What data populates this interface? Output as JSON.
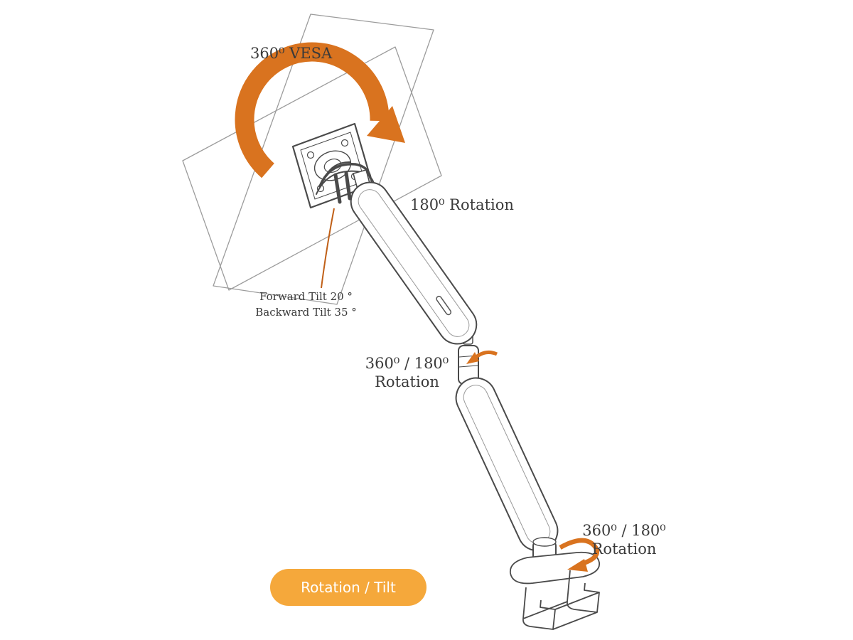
{
  "diagram": {
    "type": "monitor-arm-rotation-tilt-diagram",
    "colors": {
      "accent_arrow": "#D9731F",
      "leader_line": "#C06018",
      "badge_background": "#F5A83B",
      "badge_text": "#FFFFFF",
      "line_art": "#4a4a4a",
      "label_text": "#3a3a3a",
      "background": "#ffffff"
    },
    "labels": {
      "vesa": "360⁰ VESA",
      "upper_arm": "180⁰ Rotation",
      "tilt_line1": "Forward Tilt 20 °",
      "tilt_line2": "Backward Tilt 35 °",
      "mid_joint_line1": "360⁰ / 180⁰",
      "mid_joint_line2": "Rotation",
      "base_line1": "360⁰ / 180⁰",
      "base_line2": "Rotation"
    },
    "badge": {
      "label": "Rotation / Tilt"
    }
  }
}
